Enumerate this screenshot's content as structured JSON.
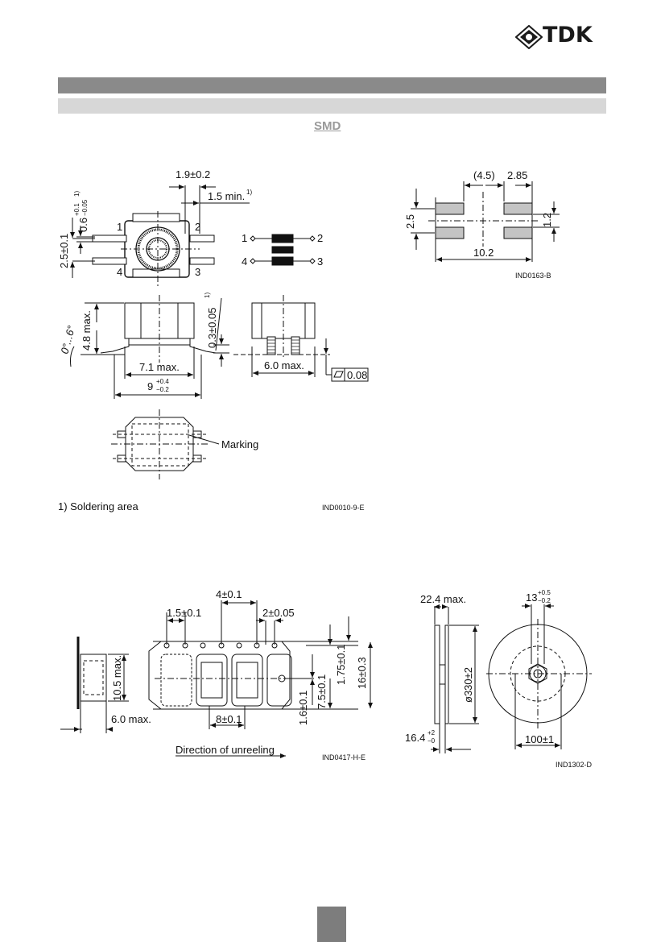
{
  "header": {
    "brand": "TDK"
  },
  "section_title": "SMD",
  "footnote": "1) Soldering area",
  "dims": {
    "pin_pitch": "1.9±0.2",
    "min_len": "1.5 min.",
    "sup1": "1)",
    "pin_thk_base": "0.6",
    "pin_thk_tol_up": "+0.1",
    "pin_thk_tol_dn": "−0.05",
    "height_25": "2.5±0.1",
    "pin1": "1",
    "pin2": "2",
    "pin3": "3",
    "pin4": "4",
    "max48": "4.8 max.",
    "angle": "0°...6°",
    "coplan": "0.3±0.05",
    "len71": "7.1 max.",
    "len9_base": "9",
    "len9_up": "+0.4",
    "len9_dn": "−0.2",
    "w60": "6.0 max.",
    "flatness": "0.08",
    "marking": "Marking",
    "code1": "IND0010-9-E",
    "pad_45": "(4.5)",
    "pad_285": "2.85",
    "pad_25": "2.5",
    "pad_12": "1.2",
    "pad_102": "10.2",
    "code2": "IND0163-B",
    "t_4": "4±0.1",
    "t_15": "1.5±0.1",
    "t_2": "2±0.05",
    "t_105": "10.5 max.",
    "t_175": "1.75±0.1",
    "t_16": "16±0.3",
    "t_16b": "1.6±0.1",
    "t_75": "7.5±0.1",
    "t_8": "8±0.1",
    "t_60": "6.0 max.",
    "direction": "Direction of unreeling",
    "code3": "IND0417-H-E",
    "r_224": "22.4 max.",
    "r_13": "13",
    "r_13_up": "+0.5",
    "r_13_dn": "−0.2",
    "r_330": "ø330±2",
    "r_164": "16.4",
    "r_164_up": "+2",
    "r_164_dn": "−0",
    "r_100": "100±1",
    "code4": "IND1302-D"
  }
}
